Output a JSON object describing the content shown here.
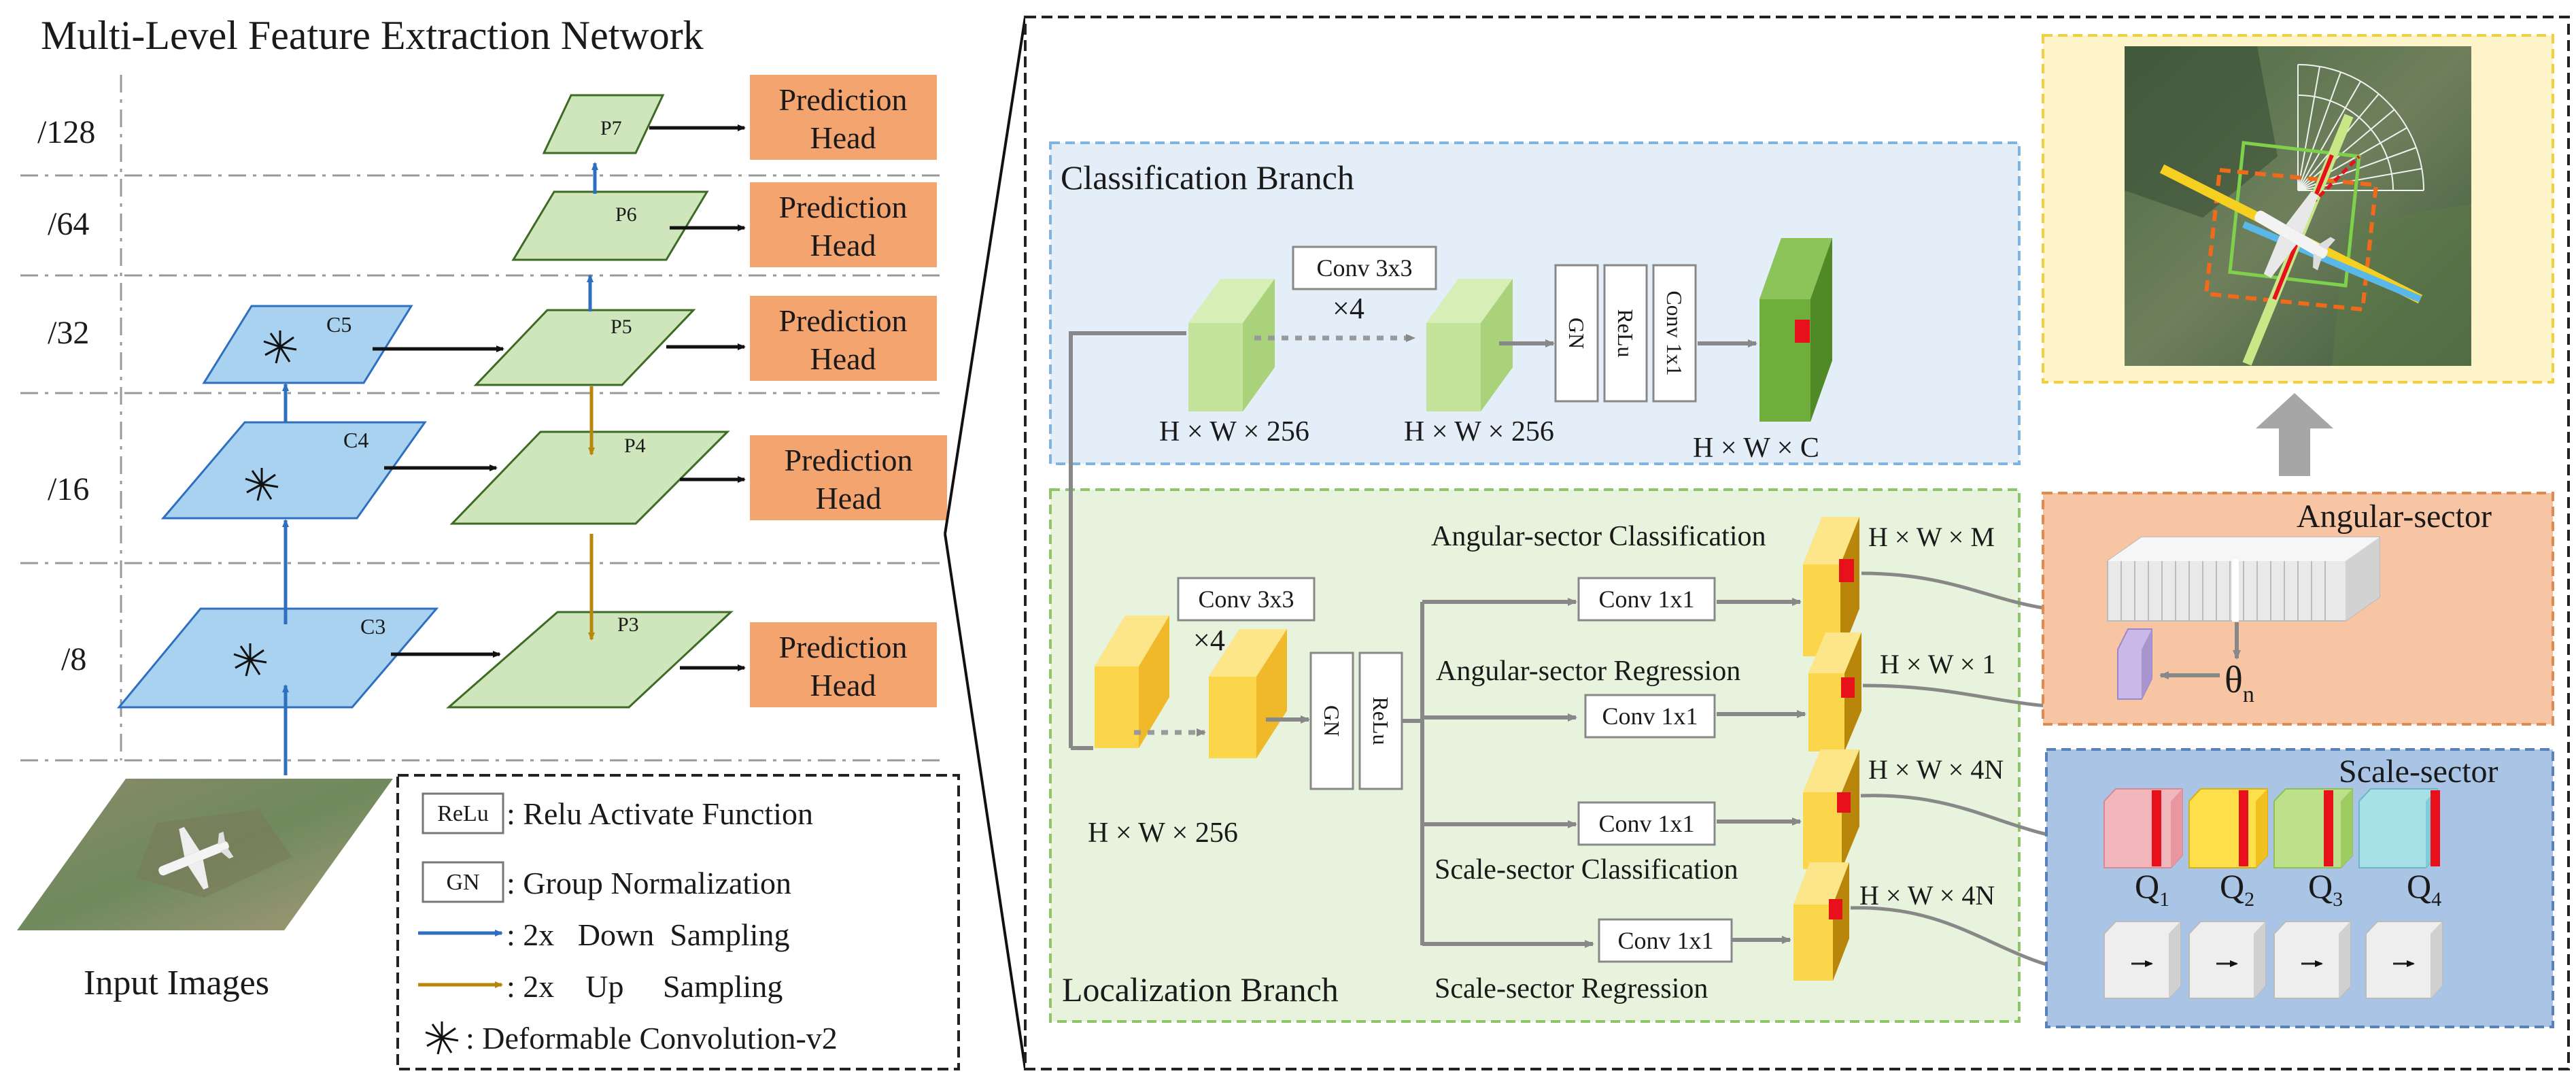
{
  "left": {
    "title": "Multi-Level Feature Extraction Network",
    "scales": [
      "/128",
      "/64",
      "/32",
      "/16",
      "/8"
    ],
    "backbone_nodes": [
      "C5",
      "C4",
      "C3"
    ],
    "pyramid_nodes": [
      "P7",
      "P6",
      "P5",
      "P4",
      "P3"
    ],
    "prediction_head": {
      "line1": "Prediction",
      "line2": "Head"
    },
    "input_label": "Input Images"
  },
  "legend": {
    "relu_box": "ReLu",
    "relu_text": ": Relu Activate Function",
    "gn_box": "GN",
    "gn_text": ": Group Normalization",
    "down_text": ": 2x   Down  Sampling",
    "up_text": ": 2x    Up     Sampling",
    "deform_text": ": Deformable Convolution-v2"
  },
  "classification": {
    "title": "Classification Branch",
    "conv_label": "Conv 3x3",
    "repeat": "×4",
    "dim1": "H × W × 256",
    "dim2": "H × W × 256",
    "gn": "GN",
    "relu": "ReLu",
    "conv1x1": "Conv 1x1",
    "dim_out": "H × W × C"
  },
  "localization": {
    "title": "Localization Branch",
    "conv_label": "Conv 3x3",
    "repeat": "×4",
    "dim1": "H × W × 256",
    "gn": "GN",
    "relu": "ReLu",
    "outputs": [
      {
        "label": "Angular-sector Classification",
        "conv": "Conv 1x1",
        "dim": "H × W × M"
      },
      {
        "label": "Angular-sector Regression",
        "conv": "Conv 1x1",
        "dim": "H × W × 1"
      },
      {
        "label": "Scale-sector Classification",
        "conv": "Conv 1x1",
        "dim": "H × W × 4N"
      },
      {
        "label": "Scale-sector Regression",
        "conv": "Conv 1x1",
        "dim": "H × W × 4N"
      }
    ]
  },
  "angular": {
    "title": "Angular-sector",
    "theta": "θ",
    "theta_sub": "n"
  },
  "scale": {
    "title": "Scale-sector",
    "q": "Q",
    "q_subs": [
      "1",
      "2",
      "3",
      "4"
    ]
  },
  "colors": {
    "panel_blue": "#a8d2f0",
    "panel_green": "#cfe6bd",
    "head_orange": "#f4a46e",
    "cls_bg": "#e3eef9",
    "loc_bg": "#e7f3dc",
    "ang_bg": "#f7c5a4",
    "scale_bg": "#a9c4e4",
    "result_bg": "#fdf5c9"
  }
}
